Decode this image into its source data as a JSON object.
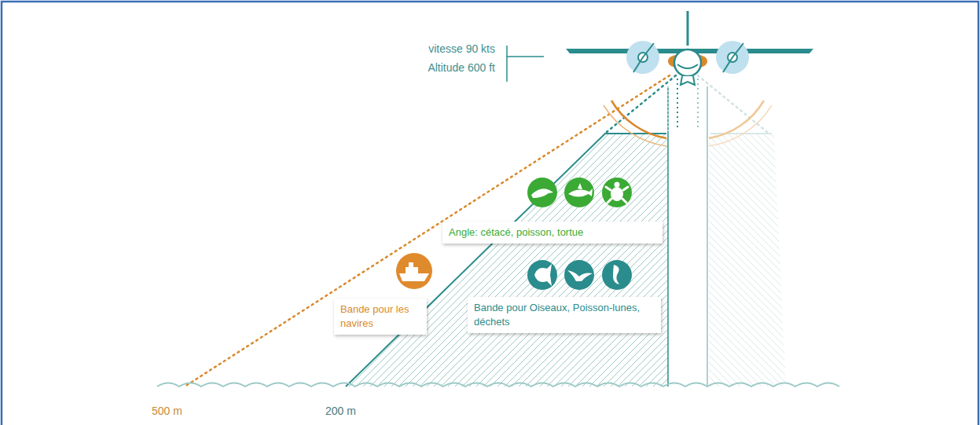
{
  "diagram": {
    "nodes": [
      {
        "text": [
          "Angle: cétacé, poisson, tortue"
        ]
      },
      {
        "text": [
          "Bande pour les navires"
        ]
      },
      {
        "text": [
          "Bande pour Oiseaux, Poisson-lunes, déchets"
        ]
      }
    ],
    "labels": [
      "vitesse 90 kts",
      "Altitude 600 ft",
      "500 m",
      "200 m"
    ]
  }
}
